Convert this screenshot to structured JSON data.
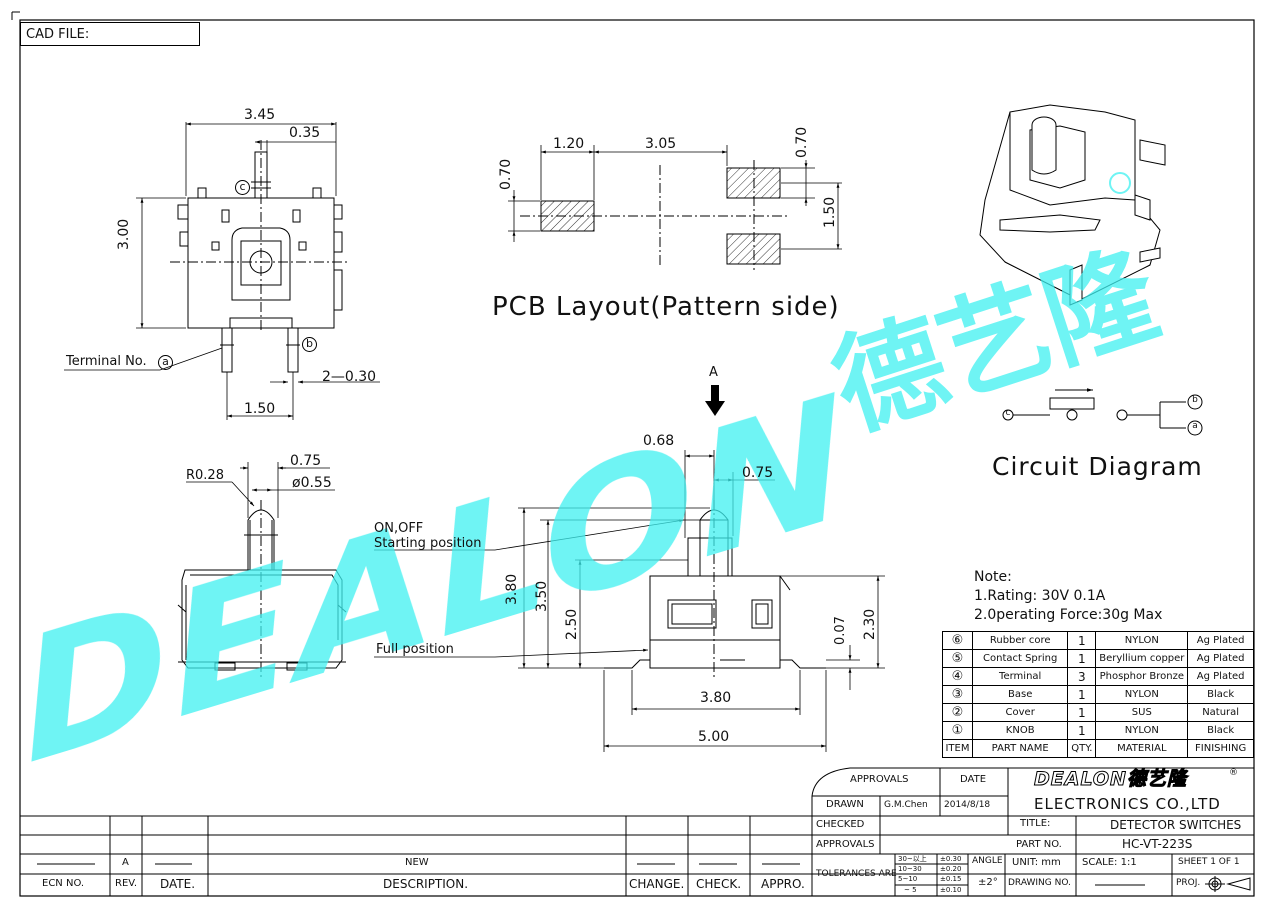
{
  "cad_file": {
    "label": "CAD  FILE:"
  },
  "top_view": {
    "dim_width": "3.45",
    "dim_pin_offset": "0.35",
    "dim_height": "3.00",
    "dim_pin_pitch": "1.50",
    "dim_pin_width": "2—0.30",
    "terminal_label": "Terminal  No.",
    "mark_a": "a",
    "mark_b": "b",
    "mark_c": "c"
  },
  "pcb_layout": {
    "title": "PCB  Layout(Pattern  side)",
    "dim_pad_w": "1.20",
    "dim_pitch_x": "3.05",
    "dim_pad_h_left": "0.70",
    "dim_pad_h_right": "0.70",
    "dim_pitch_y": "1.50"
  },
  "circuit": {
    "title": "Circuit  Diagram",
    "mark_a": "a",
    "mark_b": "b",
    "mark_c": "c"
  },
  "side_view": {
    "dim_radius": "R0.28",
    "dim_075": "0.75",
    "dim_dia": "ø0.55"
  },
  "front_view": {
    "view_label": "A",
    "dim_068": "0.68",
    "dim_075": "0.75",
    "dim_380h": "3.80",
    "dim_350": "3.50",
    "dim_250": "2.50",
    "dim_230": "2.30",
    "dim_007": "0.07",
    "dim_380w": "3.80",
    "dim_500": "5.00",
    "label_onoff": "ON,OFF",
    "label_start": "Starting  position",
    "label_full": "Full  position"
  },
  "notes": {
    "title": "Note:",
    "rating": "1.Rating:  30V  0.1A",
    "force": "2.0perating  Force:30g  Max"
  },
  "bom": {
    "rows": [
      {
        "item": "⑥",
        "part": "Rubber  core",
        "qty": "1",
        "material": "NYLON",
        "finish": "Ag  Plated"
      },
      {
        "item": "⑤",
        "part": "Contact  Spring",
        "qty": "1",
        "material": "Beryllium  copper",
        "finish": "Ag  Plated"
      },
      {
        "item": "④",
        "part": "Terminal",
        "qty": "3",
        "material": "Phosphor  Bronze",
        "finish": "Ag  Plated"
      },
      {
        "item": "③",
        "part": "Base",
        "qty": "1",
        "material": "NYLON",
        "finish": "Black"
      },
      {
        "item": "②",
        "part": "Cover",
        "qty": "1",
        "material": "SUS",
        "finish": "Natural"
      },
      {
        "item": "①",
        "part": "KNOB",
        "qty": "1",
        "material": "NYLON",
        "finish": "Black"
      }
    ],
    "header": {
      "item": "ITEM",
      "part": "PART  NAME",
      "qty": "QTY.",
      "material": "MATERIAL",
      "finish": "FINISHING"
    }
  },
  "title_block": {
    "approvals": "APPROVALS",
    "date": "DATE",
    "drawn": "DRAWN",
    "drawn_by": "G.M.Chen",
    "drawn_date": "2014/8/18",
    "checked": "CHECKED",
    "approvals2": "APPROVALS",
    "tolerances": "TOLERANCES  ARE",
    "tol_ranges": [
      "30~以上",
      "10~30",
      "5~10",
      "~  5"
    ],
    "tol_values": [
      "±0.30",
      "±0.20",
      "±0.15",
      "±0.10"
    ],
    "angle": "ANGLE",
    "angle_value": "±2°",
    "company_logo": "DEALON德艺隆",
    "company_logo_mark": "®",
    "company": "ELECTRONICS  CO.,LTD",
    "title_label": "TITLE:",
    "title_value": "DETECTOR  SWITCHES",
    "part_no_label": "PART  NO.",
    "part_no": "HC-VT-223S",
    "unit": "UNIT:  mm",
    "scale": "SCALE:    1:1",
    "sheet": "SHEET    1  OF  1",
    "drawing_no": "DRAWING  NO.",
    "proj": "PROJ."
  },
  "revision": {
    "rev": "A",
    "description": "NEW",
    "col_ecn": "ECN  NO.",
    "col_rev": "REV.",
    "col_date": "DATE.",
    "col_desc": "DESCRIPTION.",
    "col_change": "CHANGE.",
    "col_check": "CHECK.",
    "col_appro": "APPRO."
  },
  "watermark": {
    "text": "DEALON",
    "cn": "德艺隆",
    "mark": "®",
    "color": "#3ff0f0"
  }
}
